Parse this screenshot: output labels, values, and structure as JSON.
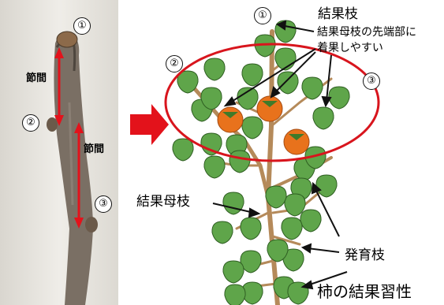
{
  "photo": {
    "markers": [
      "①",
      "②",
      "③"
    ],
    "internode_label": "節間"
  },
  "diagram": {
    "markers": [
      "①",
      "②",
      "③"
    ],
    "fruiting_branch_label": "結果枝",
    "note_line1": "結果母枝の先端部に",
    "note_line2": "着果しやすい",
    "mother_branch_label": "結果母枝",
    "growth_branch_label": "発育枝",
    "caption": "柿の結果習性"
  },
  "colors": {
    "leaf": "#5fa54a",
    "leaf_stroke": "#2f5f22",
    "fruit": "#e8721c",
    "branch": "#b58a5a",
    "ring": "#d8151d",
    "arrow": "#e3121b"
  }
}
